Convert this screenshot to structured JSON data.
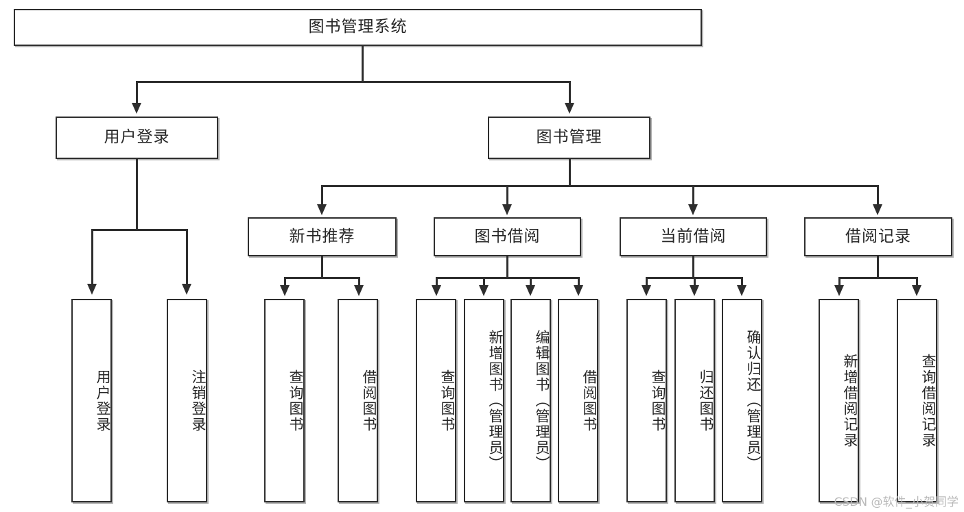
{
  "diagram": {
    "title": "图书管理系统",
    "root": {
      "label": "图书管理系统"
    },
    "level2": [
      {
        "label": "用户登录"
      },
      {
        "label": "图书管理"
      }
    ],
    "level3": [
      {
        "label": "新书推荐"
      },
      {
        "label": "图书借阅"
      },
      {
        "label": "当前借阅"
      },
      {
        "label": "借阅记录"
      }
    ],
    "leaves": {
      "user_login": [
        {
          "label": "用户登录"
        },
        {
          "label": "注销登录"
        }
      ],
      "new_book_recommend": [
        {
          "label": "查询图书"
        },
        {
          "label": "借阅图书"
        }
      ],
      "book_borrow": [
        {
          "label": "查询图书"
        },
        {
          "label": "新增图书（管理员）"
        },
        {
          "label": "编辑图书（管理员）"
        },
        {
          "label": "借阅图书"
        }
      ],
      "current_borrow": [
        {
          "label": "查询图书"
        },
        {
          "label": "归还图书"
        },
        {
          "label": "确认归还（管理员）"
        }
      ],
      "borrow_record": [
        {
          "label": "新增借阅记录"
        },
        {
          "label": "查询借阅记录"
        }
      ]
    }
  },
  "watermark": {
    "text": "CSDN @软件_小贺同学"
  },
  "colors": {
    "stroke": "#2e2e2e",
    "background": "#ffffff",
    "text": "#262626",
    "watermark": "#b9b9b9"
  }
}
